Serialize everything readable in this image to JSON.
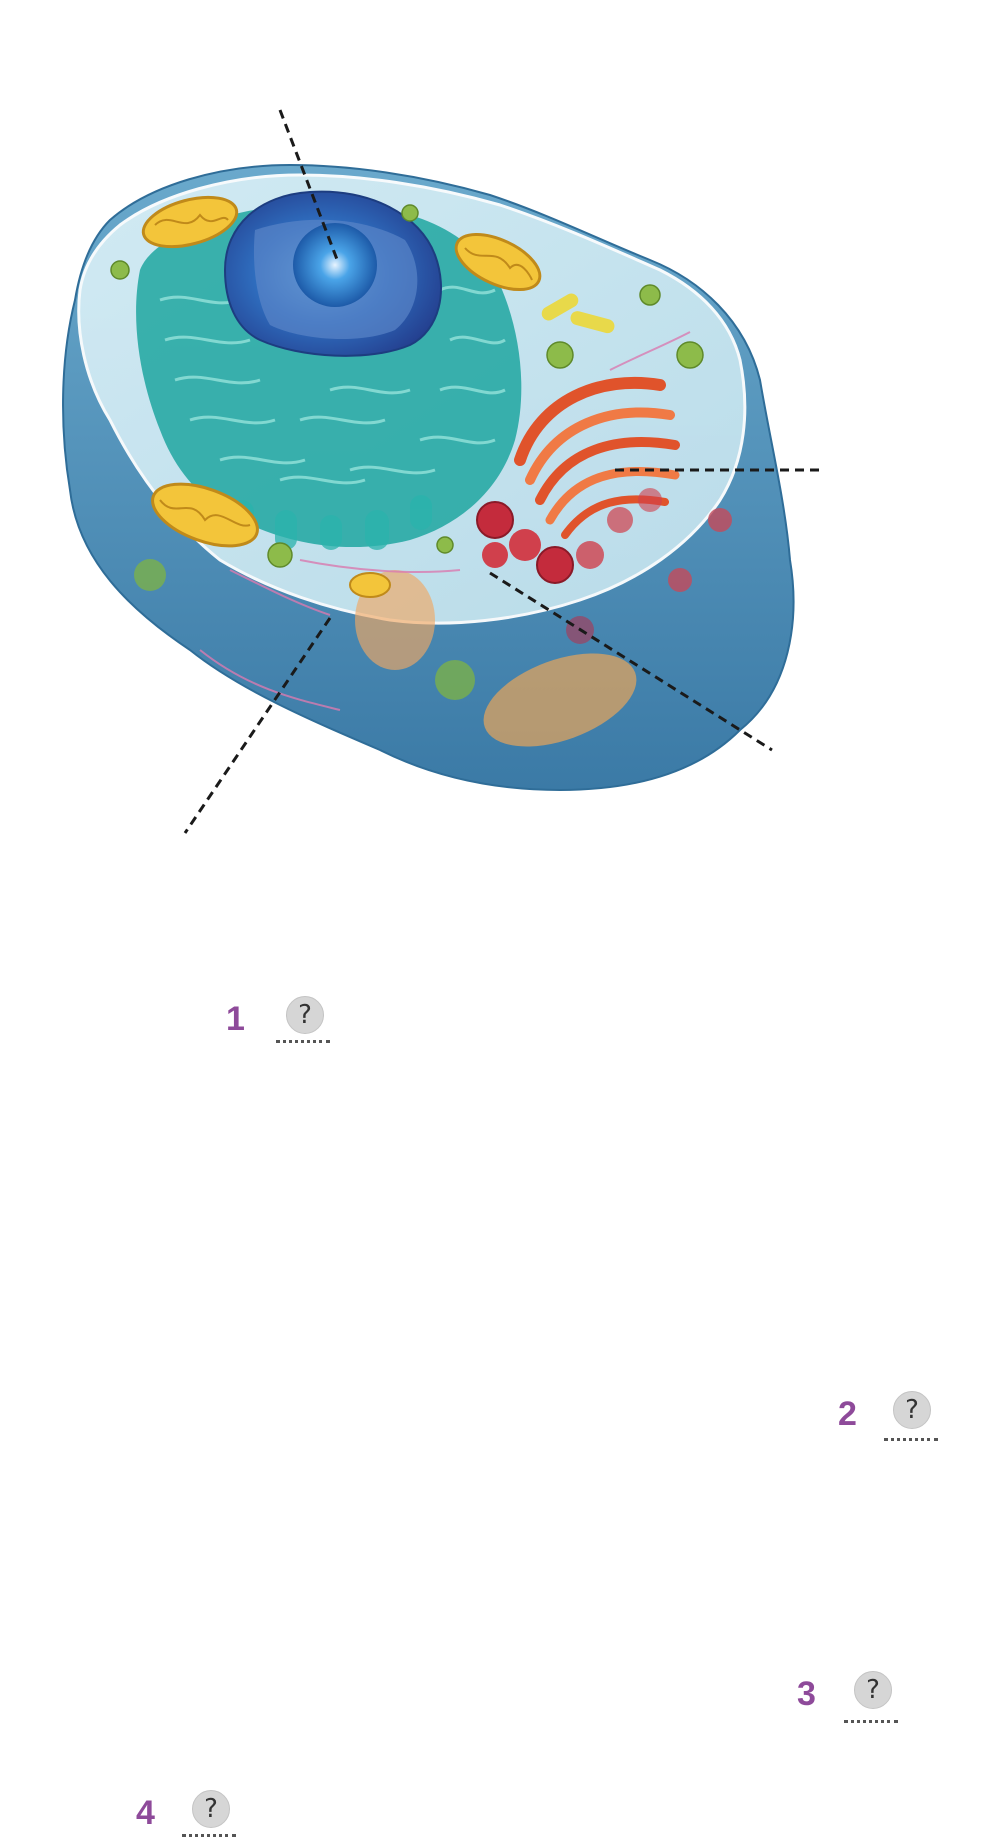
{
  "labels": [
    {
      "number": "1",
      "answer": "?"
    },
    {
      "number": "2",
      "answer": "?"
    },
    {
      "number": "3",
      "answer": "?"
    },
    {
      "number": "4",
      "answer": "?"
    }
  ],
  "colors": {
    "label_number": "#8e4a9a",
    "cell_outer": "#4f90b6",
    "cytoplasm": "#c8e6ef",
    "nucleus": "#2f5fae",
    "endoplasmic_reticulum": "#1fa6a0",
    "golgi": "#e0532b",
    "mitochondria": "#f3c53a",
    "vesicles": "#c42b3c"
  }
}
